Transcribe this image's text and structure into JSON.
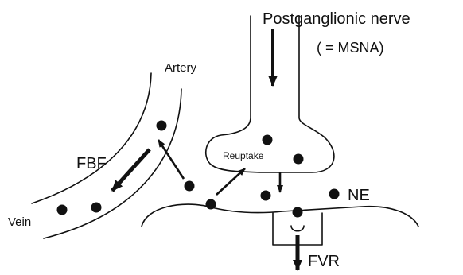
{
  "labels": {
    "nerve": "Postganglionic nerve",
    "msna": "( = MSNA)",
    "artery": "Artery",
    "vein": "Vein",
    "fbf": "FBF",
    "reuptake": "Reuptake",
    "ne": "NE",
    "fvr": "FVR"
  },
  "colors": {
    "ink": "#111111",
    "background": "#ffffff"
  }
}
